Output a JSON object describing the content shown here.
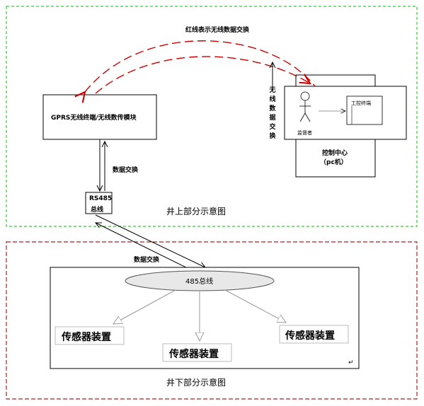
{
  "surface": {
    "caption": "井上部分示意图",
    "wireless_legend": "红线表示无线数据交换",
    "gprs_module": "GPRS无线终端/无线数传模块",
    "wireless_exchange_vertical": "无线数据交换",
    "data_exchange_1": "数据交换",
    "rs485_line1": "RS485",
    "rs485_line2": "总线",
    "control_center_line1": "控制中心",
    "control_center_line2": "（pc机）",
    "monitor_label": "监督者",
    "terminal_label": "工控终端"
  },
  "underground": {
    "caption": "井下部分示意图",
    "data_exchange_2": "数据交换",
    "bus_label": "485总线",
    "sensors": [
      "传感器装置",
      "传感器装置",
      "传感器装置"
    ],
    "return_mark": "↵"
  },
  "colors": {
    "green_border": "#33cc33",
    "red_border": "#aa2222",
    "wireless_red": "#cc0000",
    "hollow_arrow": "#999999"
  }
}
